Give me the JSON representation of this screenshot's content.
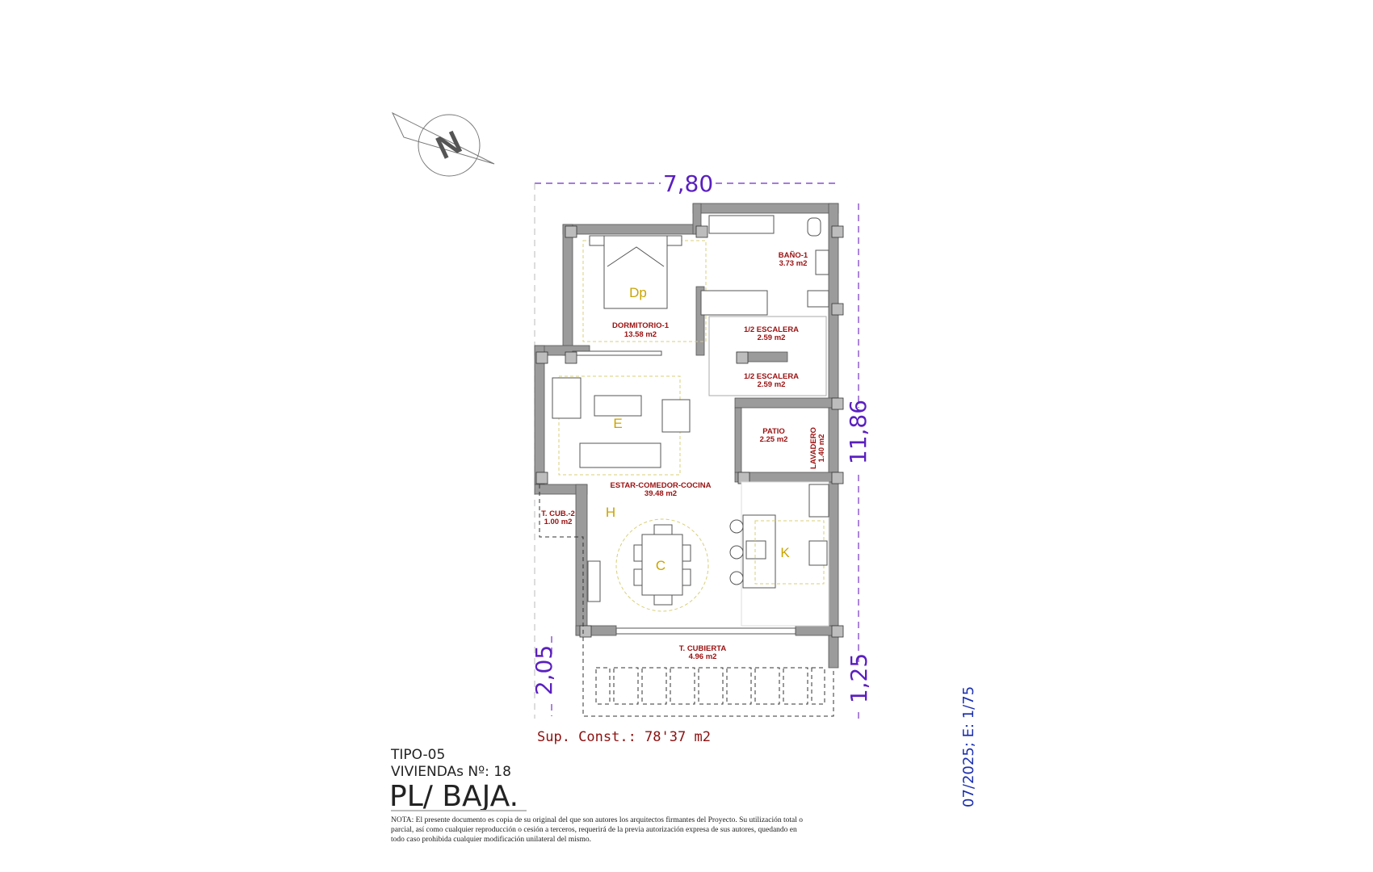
{
  "plan": {
    "dimensions": {
      "width_top": "7,80",
      "height_right": "11,86",
      "terrace_left": "2,05",
      "terrace_right": "1,25"
    },
    "rooms": [
      {
        "name": "DORMITORIO-1",
        "area": "13.58 m2"
      },
      {
        "name": "BAÑO-1",
        "area": "3.73 m2"
      },
      {
        "name": "1/2 ESCALERA",
        "area": "2.59 m2"
      },
      {
        "name": "1/2 ESCALERA",
        "area": "2.59 m2"
      },
      {
        "name": "PATIO",
        "area": "2.25 m2"
      },
      {
        "name": "LAVADERO",
        "area": "1.40 m2"
      },
      {
        "name": "ESTAR-COMEDOR-COCINA",
        "area": "39.48 m2"
      },
      {
        "name": "T. CUB.-2",
        "area": "1.00 m2"
      },
      {
        "name": "T. CUBIERTA",
        "area": "4.96 m2"
      }
    ],
    "zone_letters": {
      "bedroom": "Dp",
      "living": "E",
      "hall": "H",
      "dining": "C",
      "kitchen": "K"
    },
    "built_area": "Sup. Const.: 78'37 m2",
    "north_arrow_letter": "N"
  },
  "title_block": {
    "type": "TIPO-05",
    "dwellings": "VIVIENDAs Nº: 18",
    "floor": "PL/ BAJA.",
    "date_scale": "07/2025; E: 1/75",
    "note": "NOTA: El presente documento es copia de su original del que son autores los arquitectos firmantes del Proyecto. Su utilización total o parcial, así como cualquier reproducción o cesión a terceros, requerirá de la previa autorización expresa de sus autores, quedando en todo caso prohibida cualquier modificación unilateral del mismo."
  },
  "colors": {
    "dimension": "#5a1fc0",
    "room_label": "#9b1010",
    "zone_letter": "#c9a400",
    "date": "#1a2fb0",
    "wall": "#9b9b9b"
  }
}
